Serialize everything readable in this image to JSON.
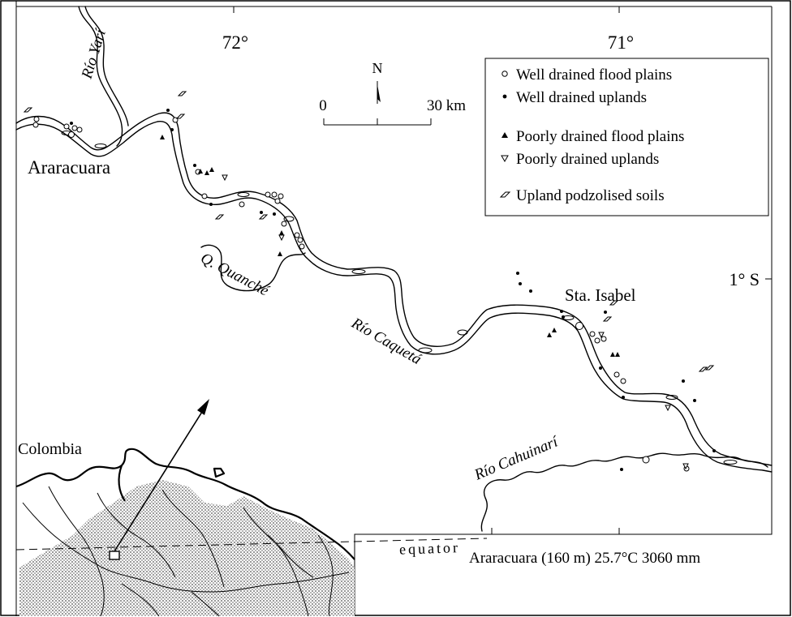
{
  "map": {
    "place_labels": {
      "araracuara": "Araracuara",
      "sta_isabel": "Sta. Isabel",
      "colombia": "Colombia",
      "equator": "equator"
    },
    "river_labels": {
      "yari": "Río Yarí",
      "quanche": "Q. Quanché",
      "caqueta": "Río Caquetá",
      "cahuinari": "Río Cahuinarí"
    },
    "graticule": {
      "lon_72": "72°",
      "lon_71": "71°",
      "lat_1s": "1° S"
    },
    "north_arrow": "N",
    "scale_bar": {
      "start": "0",
      "end": "30 km"
    },
    "legend": {
      "items": [
        {
          "symbol": "open-circle",
          "label": "Well drained flood plains"
        },
        {
          "symbol": "filled-dot",
          "label": "Well drained uplands"
        },
        {
          "symbol": "filled-triangle",
          "label": "Poorly drained flood plains"
        },
        {
          "symbol": "open-triangle-down",
          "label": "Poorly drained uplands"
        },
        {
          "symbol": "parallelogram",
          "label": "Upland podzolised soils"
        }
      ]
    },
    "caption": "Araracuara (160 m) 25.7°C 3060 mm",
    "colors": {
      "ink": "#000000",
      "stipple": "#b9b9b9",
      "paper": "#ffffff"
    }
  }
}
